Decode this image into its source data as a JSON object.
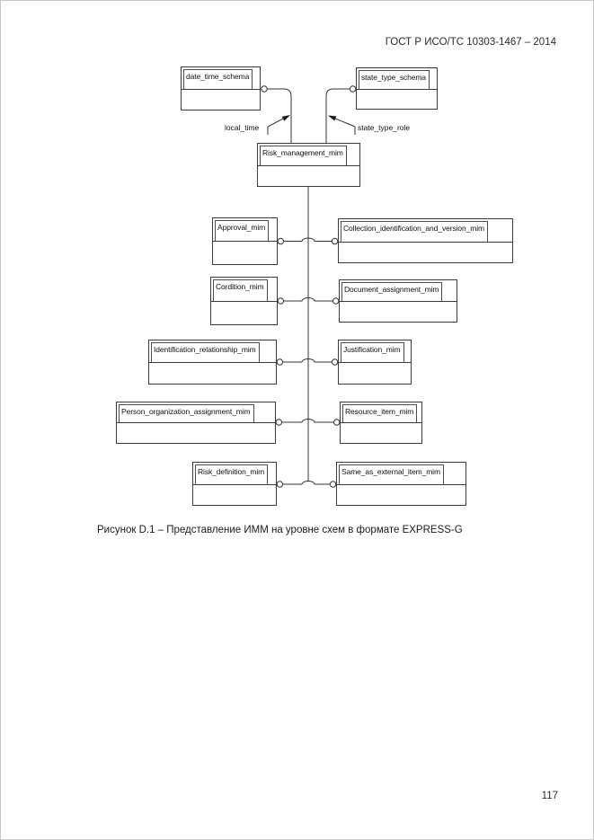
{
  "page": {
    "header": "ГОСТ Р ИСО/ТС 10303-1467 – 2014",
    "caption": "Рисунок D.1 –  Представление ИММ на уровне схем в формате EXPRESS-G",
    "page_number": "117"
  },
  "colors": {
    "line": "#333333",
    "text": "#1a1a1a",
    "background": "#ffffff"
  },
  "diagram": {
    "type": "express-g-schema-diagram",
    "top_schemas": [
      {
        "label": "date_time_schema"
      },
      {
        "label": "state_type_schema"
      }
    ],
    "root_schema": {
      "label": "Risk_management_mim"
    },
    "relation_labels": [
      {
        "label": "local_time"
      },
      {
        "label": "state_type_role"
      }
    ],
    "rows": [
      {
        "left": "Approval_mim",
        "right": "Collection_identification_and_version_mim"
      },
      {
        "left": "Cordition_mim",
        "right": "Document_assignment_mim"
      },
      {
        "left": "Identification_relationship_mim",
        "right": "Justification_mim"
      },
      {
        "left": "Person_organization_assignment_mim",
        "right": "Resource_item_mim"
      },
      {
        "left": "Risk_definition_mim",
        "right": "Same_as_external_item_mim"
      }
    ]
  }
}
